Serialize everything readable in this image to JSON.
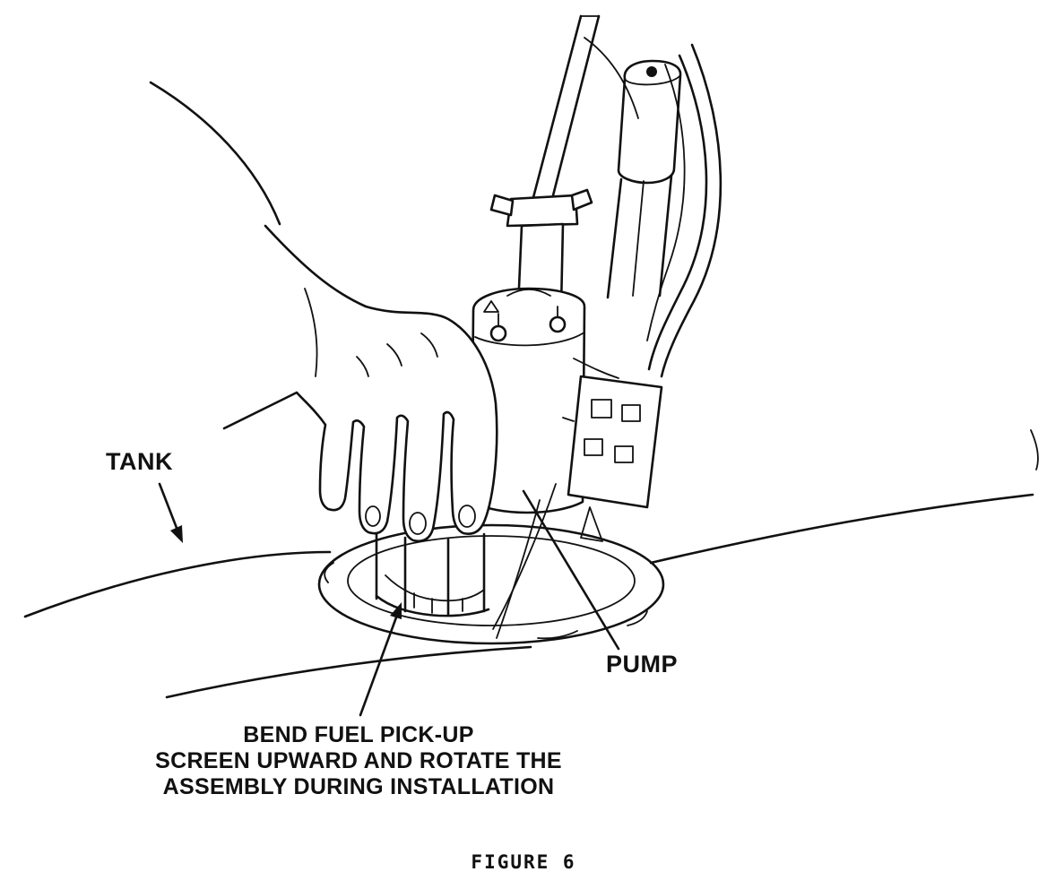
{
  "figure": {
    "caption": "FIGURE 6",
    "labels": {
      "tank": "TANK",
      "pump": "PUMP",
      "instruction": [
        "BEND FUEL PICK-UP",
        "SCREEN UPWARD AND ROTATE THE",
        "ASSEMBLY DURING INSTALLATION"
      ]
    },
    "colors": {
      "line": "#111111",
      "background": "#ffffff"
    }
  }
}
